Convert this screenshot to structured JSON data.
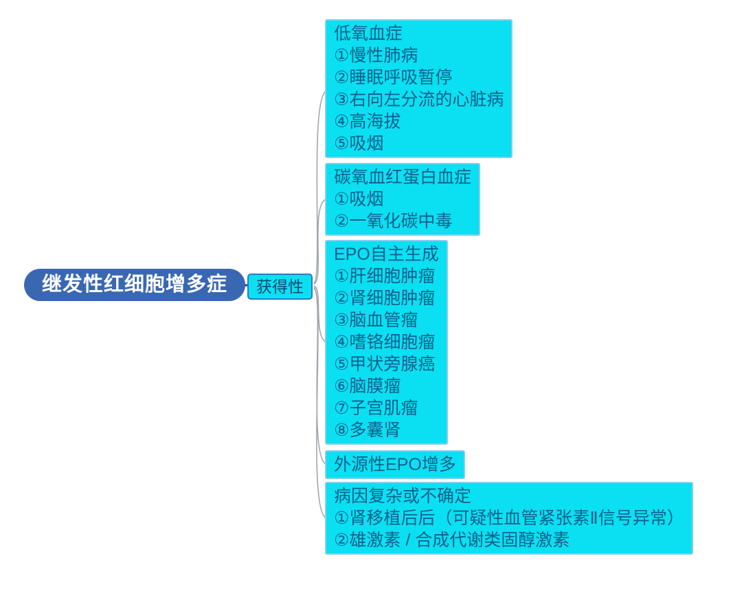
{
  "root": {
    "label": "继发性红细胞增多症"
  },
  "branch": {
    "label": "获得性"
  },
  "groups": [
    {
      "name": "hypoxemia",
      "lines": [
        "低氧血症",
        "①慢性肺病",
        "②睡眠呼吸暂停",
        "③右向左分流的心脏病",
        "④高海拔",
        "⑤吸烟"
      ]
    },
    {
      "name": "carboxyhemoglobinemia",
      "lines": [
        "碳氧血红蛋白血症",
        "①吸烟",
        "②一氧化碳中毒"
      ]
    },
    {
      "name": "autonomous-epo-production",
      "lines": [
        "EPO自主生成",
        "①肝细胞肿瘤",
        "②肾细胞肿瘤",
        "③脑血管瘤",
        "④嗜铬细胞瘤",
        "⑤甲状旁腺癌",
        "⑥脑膜瘤",
        "⑦子宫肌瘤",
        "⑧多囊肾"
      ]
    },
    {
      "name": "exogenous-epo-increase",
      "lines": [
        "外源性EPO增多"
      ]
    },
    {
      "name": "complex-or-uncertain-cause",
      "lines": [
        "病因复杂或不确定",
        "①肾移植后后（可疑性血管紧张素Ⅱ信号异常）",
        "②雄激素 / 合成代谢类固醇激素"
      ]
    }
  ],
  "colors": {
    "root_bg": "#3a67b2",
    "root_text": "#ffffff",
    "leaf_bg": "#0ae0f2",
    "leaf_border": "#86cdf0",
    "branch_border": "#2e75c8",
    "leaf_text": "#0f5f8d",
    "connector_curve": "#a0a6ac",
    "connector_trunk": "#33415c"
  }
}
